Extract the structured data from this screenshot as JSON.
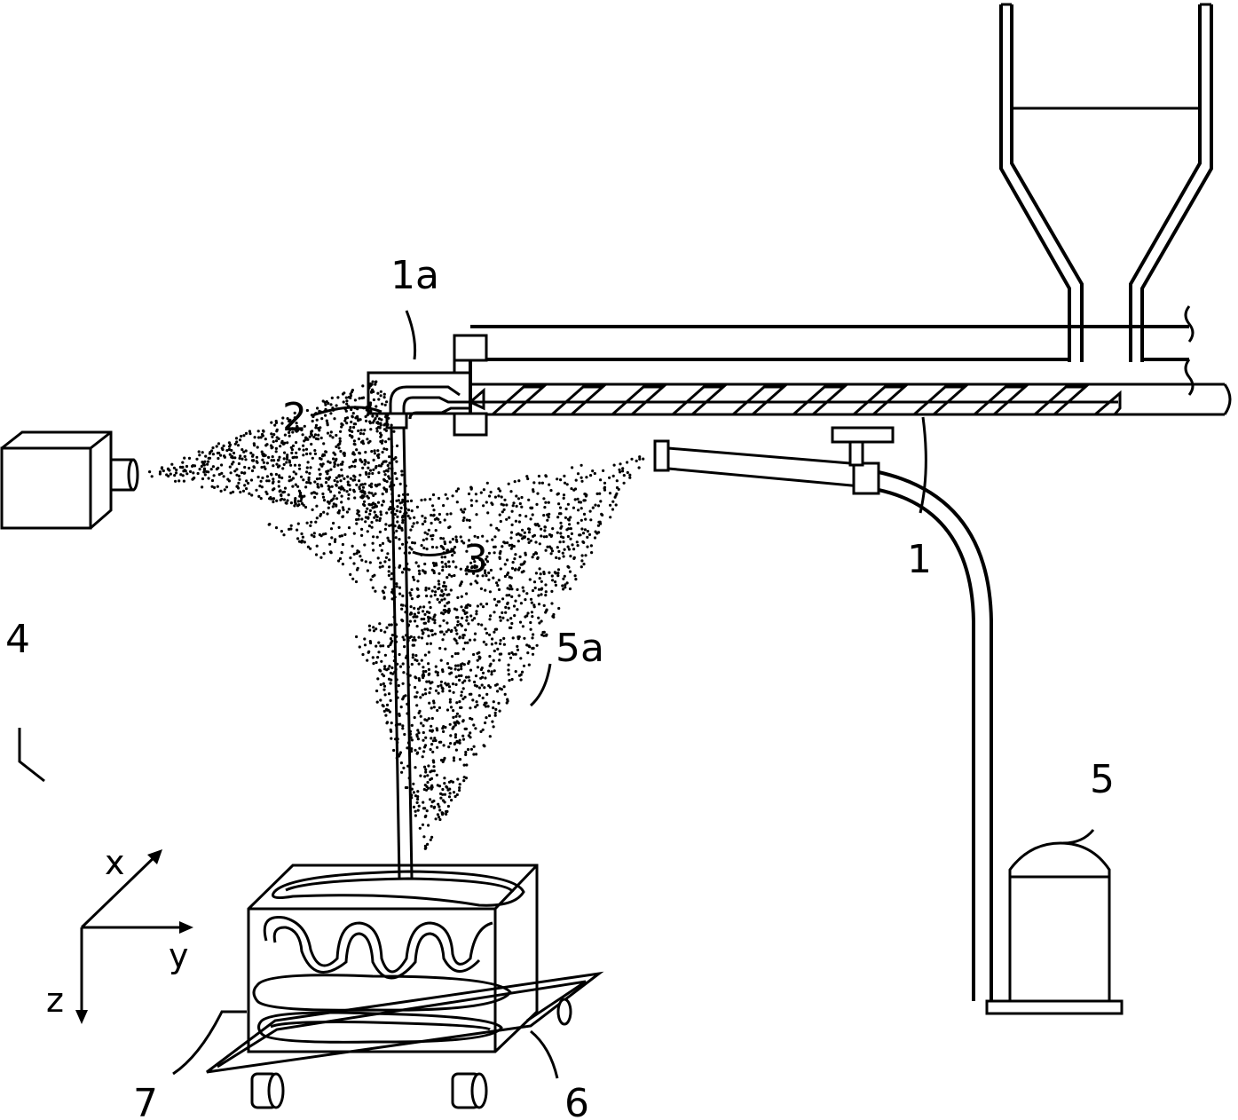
{
  "labels": {
    "extruder_head": "1a",
    "extruder": "1",
    "nozzle": "2",
    "filament": "3",
    "camera": "4",
    "sprayer": "5",
    "spray_mist": "5a",
    "stage": "6",
    "structure": "7"
  },
  "axes": {
    "x": "x",
    "y": "y",
    "z": "z"
  }
}
